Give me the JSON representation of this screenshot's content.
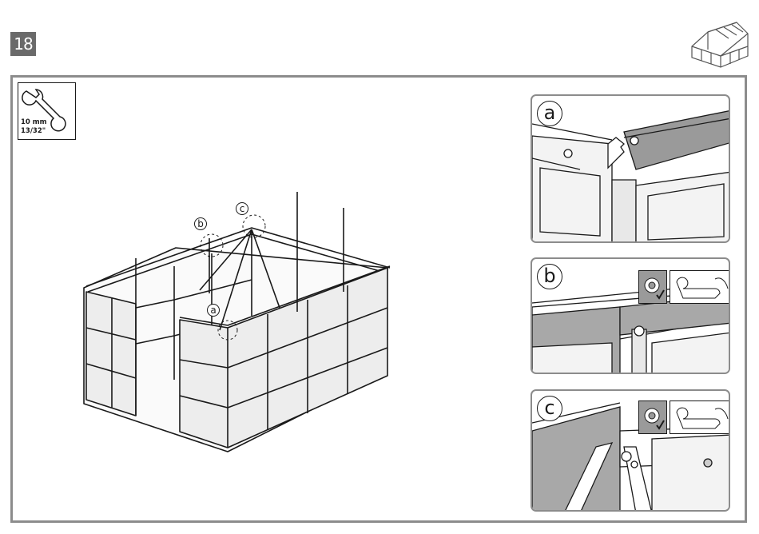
{
  "page": {
    "step_number": "18"
  },
  "tool": {
    "size_metric": "10 mm",
    "size_imperial": "13/32\"",
    "icon": "wrench-icon"
  },
  "product_icon": "greenhouse-icon",
  "callouts": {
    "a": "a",
    "b": "b",
    "c": "c"
  },
  "details": [
    {
      "label": "a"
    },
    {
      "label": "b"
    },
    {
      "label": "c"
    }
  ],
  "colors": {
    "frame": "#8c8c8c",
    "badge": "#6a6a6a",
    "panel_shade": "#a8a8a8"
  }
}
